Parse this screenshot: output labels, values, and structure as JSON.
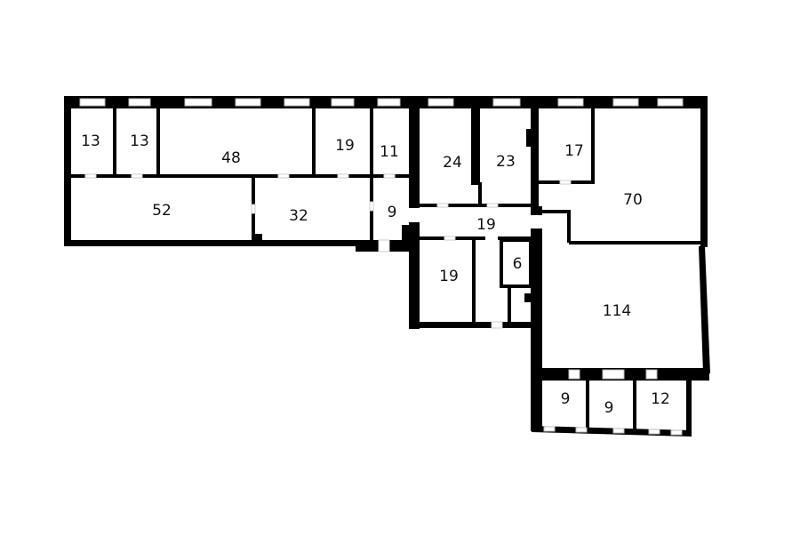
{
  "plan": {
    "rooms": [
      {
        "id": "r1",
        "area": "13"
      },
      {
        "id": "r2",
        "area": "13"
      },
      {
        "id": "r3",
        "area": "48"
      },
      {
        "id": "r4",
        "area": "19"
      },
      {
        "id": "r5",
        "area": "11"
      },
      {
        "id": "r6",
        "area": "52"
      },
      {
        "id": "r7",
        "area": "32"
      },
      {
        "id": "r8",
        "area": "9"
      },
      {
        "id": "r9",
        "area": "24"
      },
      {
        "id": "r10",
        "area": "23"
      },
      {
        "id": "r11",
        "area": "17"
      },
      {
        "id": "r12",
        "area": "70"
      },
      {
        "id": "r13",
        "area": "19"
      },
      {
        "id": "r14",
        "area": "19"
      },
      {
        "id": "r15",
        "area": "6"
      },
      {
        "id": "r16",
        "area": "114"
      },
      {
        "id": "r17",
        "area": "9"
      },
      {
        "id": "r18",
        "area": "9"
      },
      {
        "id": "r19",
        "area": "12"
      }
    ]
  }
}
